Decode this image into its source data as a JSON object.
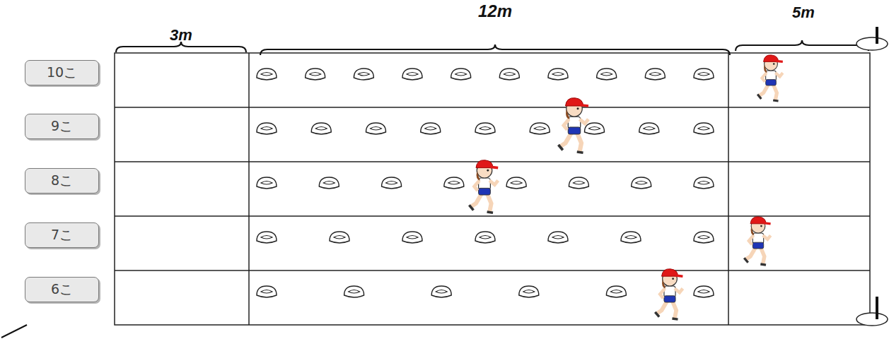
{
  "diagram": {
    "nodes": [
      {
        "text": [
          "10こ"
        ]
      },
      {
        "text": [
          "9こ"
        ]
      },
      {
        "text": [
          "8こ"
        ]
      },
      {
        "text": [
          "7こ"
        ]
      },
      {
        "text": [
          "6こ"
        ]
      }
    ],
    "labels": [
      "3m",
      "12m",
      "5m"
    ]
  }
}
